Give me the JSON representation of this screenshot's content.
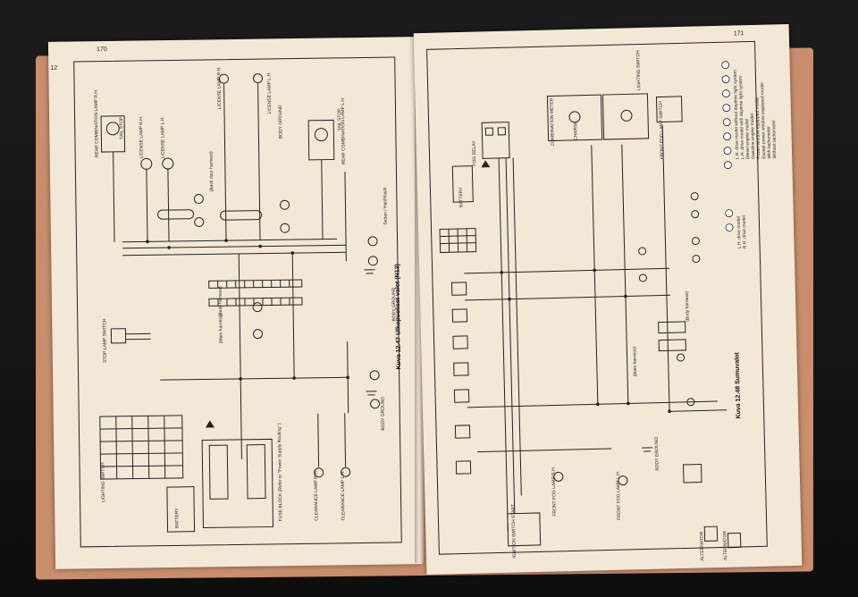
{
  "left_page": {
    "page_number": "170",
    "edge_number": "12",
    "caption": "Kuva 12.47 Ulkopuoliset valot (N13)",
    "labels": {
      "rear_combo_rh": "REAR COMBINATION LAMP R.H.",
      "tail_stop_rh": "TAIL STOP",
      "license_lamp_rh_1": "LICENSE LAMP R.H.",
      "license_lamp_lh_1": "LICENSE LAMP L.H.",
      "license_lamp_rh_2": "LICENSE LAMP R.H.",
      "license_lamp_lh_2": "LICENSE LAMP L.H.",
      "body_ground_1": "BODY GROUND",
      "back_door": "(Back door harness)",
      "tail_stop_lh": "TAIL STOP",
      "rear_combo_lh": "REAR COMBINATION LAMP L.H.",
      "body_harness": "(Body harness)",
      "main_harness": "(Main harness)",
      "stop_lamp": "STOP LAMP SWITCH",
      "body_ground_2": "BODY GROUND",
      "lighting_switch": "LIGHTING SWITCH",
      "fuse_block": "FUSE BLOCK (Refer to \"Power Supply Routing\".)",
      "battery": "BATTERY",
      "clearance_rh": "CLEARANCE LAMP R.H.",
      "clearance_lh": "CLEARANCE LAMP L.H.",
      "body_ground_3": "BODY GROUND",
      "sedan_hatchback": "Sedan / Hatchback"
    }
  },
  "right_page": {
    "page_number": "171",
    "caption": "Kuva 12.48 Sumuvalot",
    "labels": {
      "combination_meter": "COMBINATION METER",
      "fog_relay": "FOG RELAY",
      "front_fog_switch": "FRONT FOG LAMP SWITCH",
      "battery": "BATTERY",
      "ignition_switch": "IGNITION SWITCH START",
      "front_fog_rh": "FRONT FOG LAMP R.H.",
      "front_fog_lh": "FRONT FOG LAMP L.H.",
      "body_ground": "BODY GROUND",
      "alternator_1": "ALTERNATOR",
      "alternator_2": "ALTERNATOR",
      "main_harness": "(Main harness)",
      "body_harness": "(Body harness)",
      "charge": "CHARGE",
      "lighting_switch": "LIGHTING SWITCH"
    },
    "legend": [
      "L.H. drive model without daytime light system",
      "L.H. drive model with daytime light system",
      "Diesel engine model",
      "Gasoline engine model",
      "Power window equipped model",
      "Except power window equipped model",
      "With tachometer",
      "Without tachometer",
      "L.H. drive model",
      "R.H. drive model"
    ]
  }
}
